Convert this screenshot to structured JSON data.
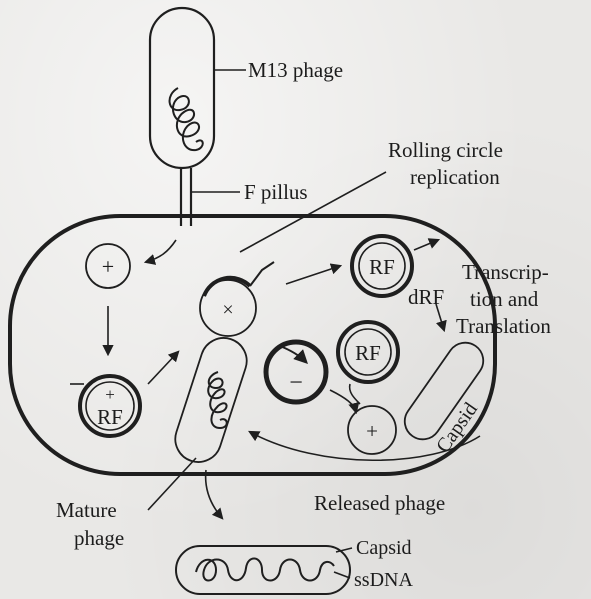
{
  "labels": {
    "m13_phage": "M13 phage",
    "f_pillus": "F pillus",
    "rolling_circle_line1": "Rolling circle",
    "rolling_circle_line2": "replication",
    "rf": "RF",
    "drf": "dRF",
    "transcription_line1": "Transcrip-",
    "transcription_line2": "tion and",
    "transcription_line3": "Translation",
    "capsid_rotated": "Capsid",
    "plus_sign": "+",
    "minus_sign": "−",
    "times_sign": "×",
    "mature_line1": "Mature",
    "mature_line2": "phage",
    "released_phage": "Released phage",
    "capsid": "Capsid",
    "ssdna": "ssDNA"
  },
  "colors": {
    "paper": "#e9e8e6",
    "ink": "#1f1f1f"
  }
}
